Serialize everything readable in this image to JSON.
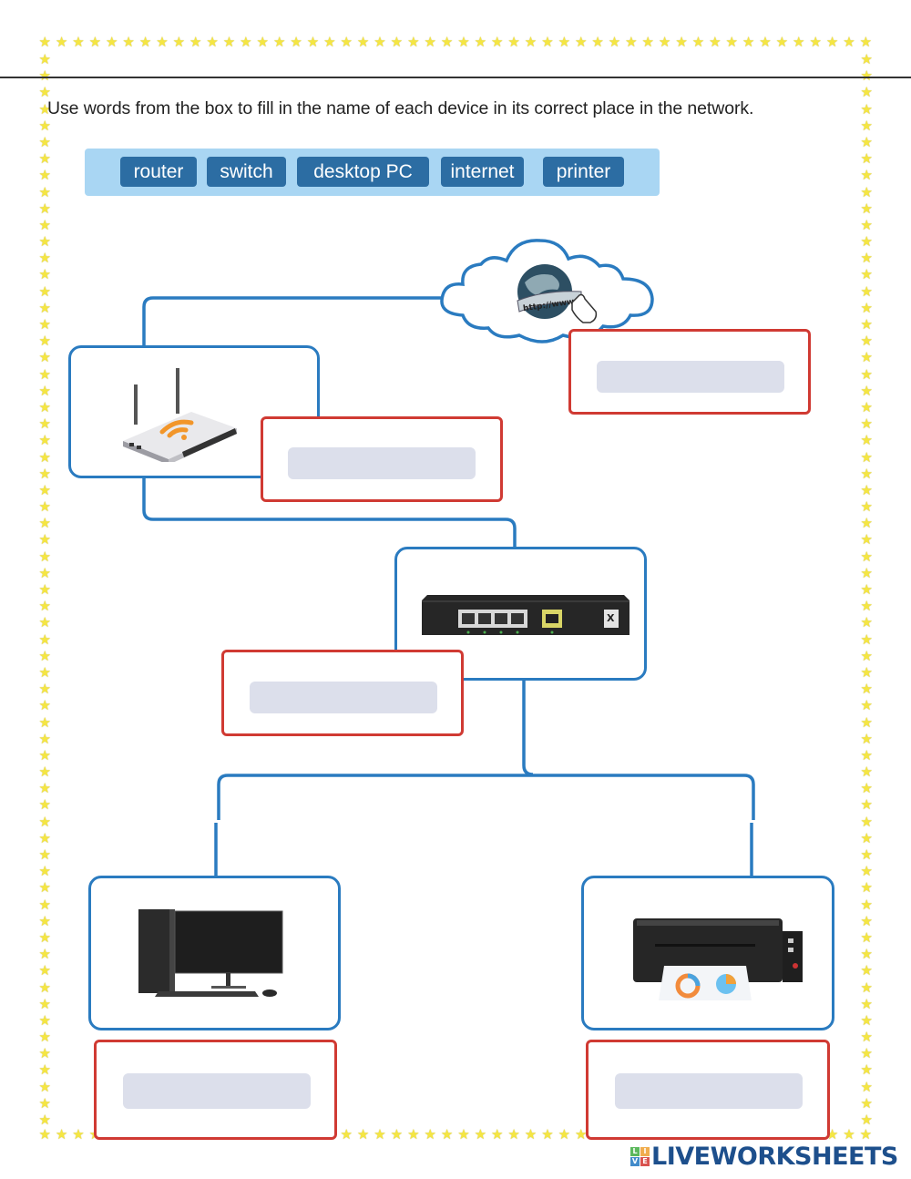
{
  "instruction": "Use words from the box to fill in the name of each device in its correct place in the network.",
  "word_bank": {
    "words": [
      "router",
      "switch",
      "desktop PC",
      "internet",
      "printer"
    ]
  },
  "devices": [
    {
      "id": "internet",
      "icon": "cloud-globe-icon",
      "answer_value": ""
    },
    {
      "id": "router",
      "icon": "wifi-router-icon",
      "answer_value": ""
    },
    {
      "id": "switch",
      "icon": "network-switch-icon",
      "answer_value": ""
    },
    {
      "id": "desktop",
      "icon": "desktop-pc-icon",
      "answer_value": ""
    },
    {
      "id": "printer",
      "icon": "printer-icon",
      "answer_value": ""
    }
  ],
  "cloud_label": "http://www",
  "branding": {
    "logo_letters": [
      "L",
      "I",
      "V",
      "E"
    ],
    "logo_text": "LIVEWORKSHEETS"
  },
  "colors": {
    "line_blue": "#2a7bc0",
    "answer_red": "#d03a33",
    "chip_blue": "#2c6da3",
    "bank_bg": "#a9d6f3",
    "field_gray": "#dcdfeb",
    "star_yellow": "#f5e642"
  }
}
